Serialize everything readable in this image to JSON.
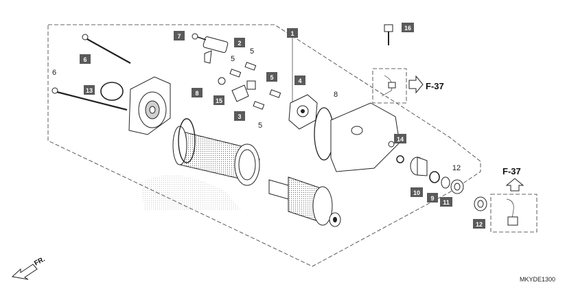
{
  "callouts": {
    "c1": "1",
    "c2": "2",
    "c3": "3",
    "c4": "4",
    "c5a": "5",
    "c5b": "5",
    "c5c": "5",
    "c5d": "5",
    "c6a": "6",
    "c6b": "6",
    "c7": "7",
    "c8a": "8",
    "c8b": "8",
    "c10": "10",
    "c11": "11",
    "c12a": "12",
    "c12b": "12",
    "c13": "13",
    "c14": "14",
    "c15": "15",
    "c16": "16",
    "c9": "9"
  },
  "refs": {
    "f37_right": "F-37",
    "f37_lower": "F-37"
  },
  "direction_label": "FR.",
  "diagram_code": "MKYDE1300",
  "colors": {
    "callout_box": "#5a5a5a",
    "line": "#222222",
    "arrow_fill": "#ffffff"
  }
}
